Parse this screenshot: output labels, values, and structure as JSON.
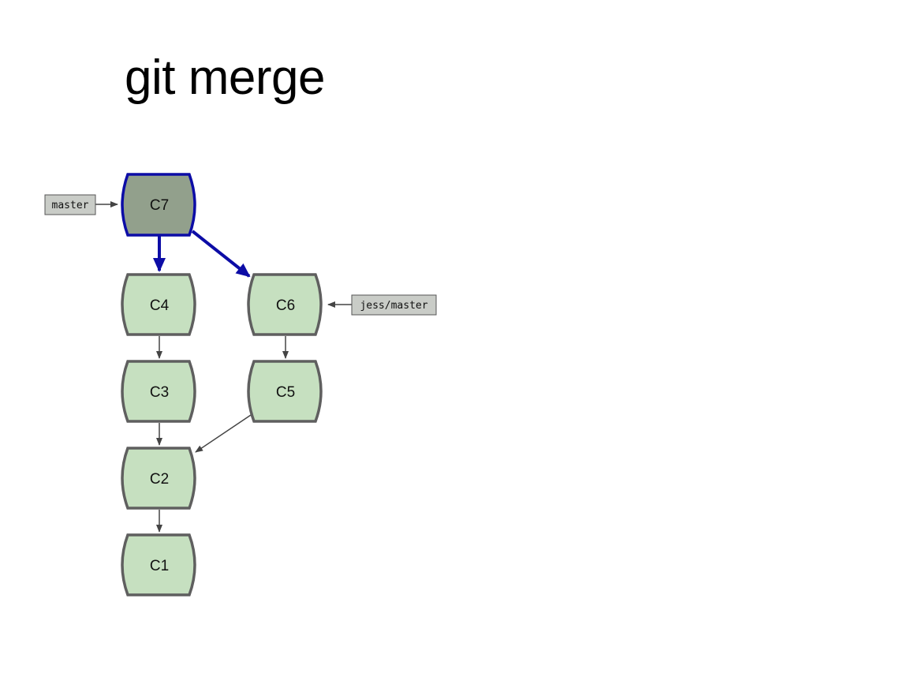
{
  "title": "git merge",
  "colors": {
    "commit_fill": "#c6e0c0",
    "commit_stroke": "#5f5f5f",
    "head_fill": "#92a08c",
    "head_stroke": "#0c0ca6",
    "ref_fill": "#c9ccc7",
    "edge": "#444444",
    "merge_edge": "#0c0ca6"
  },
  "commits": {
    "c7": "C7",
    "c6": "C6",
    "c5": "C5",
    "c4": "C4",
    "c3": "C3",
    "c2": "C2",
    "c1": "C1"
  },
  "refs": {
    "master": "master",
    "jess_master": "jess/master"
  }
}
